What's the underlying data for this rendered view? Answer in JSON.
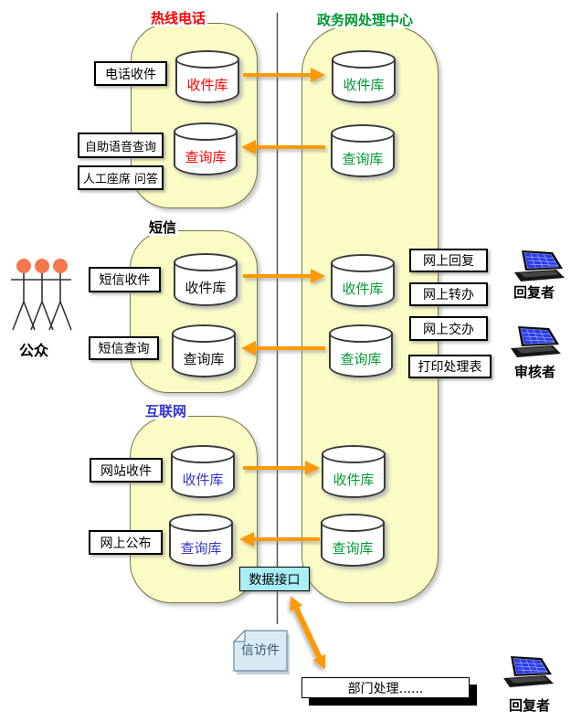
{
  "palette": {
    "section_fill": "#FBFBC5",
    "arrow_orange": "#FF9900",
    "hotline_red": "#FF0000",
    "center_green": "#009933",
    "internet_blue": "#3333CC",
    "sms_black": "#000000",
    "interface_cyan": "#A9EEF6"
  },
  "channels": {
    "hotline": {
      "title": "热线电话",
      "receive_box": "电话收件",
      "voice_query_box": "自助语音查询",
      "agent_box": "人工座席 问答",
      "inbox_db": "收件库",
      "query_db": "查询库"
    },
    "sms": {
      "title": "短信",
      "receive_box": "短信收件",
      "query_box": "短信查询",
      "inbox_db": "收件库",
      "query_db": "查询库"
    },
    "internet": {
      "title": "互联网",
      "receive_box": "网站收件",
      "publish_box": "网上公布",
      "inbox_db": "收件库",
      "query_db": "查询库"
    }
  },
  "center": {
    "title": "政务网处理中心",
    "hotline_inbox_db": "收件库",
    "hotline_query_db": "查询库",
    "sms_inbox_db": "收件库",
    "sms_query_db": "查询库",
    "internet_inbox_db": "收件库",
    "internet_query_db": "查询库",
    "actions": [
      "网上回复",
      "网上转办",
      "网上交办",
      "打印处理表"
    ]
  },
  "actors": {
    "public": "公众",
    "replier": "回复者",
    "auditor": "审核者",
    "department_replier": "回复者"
  },
  "flow": {
    "data_interface": "数据接口",
    "petition_document": "信访件",
    "department_processing": "部门处理......"
  }
}
